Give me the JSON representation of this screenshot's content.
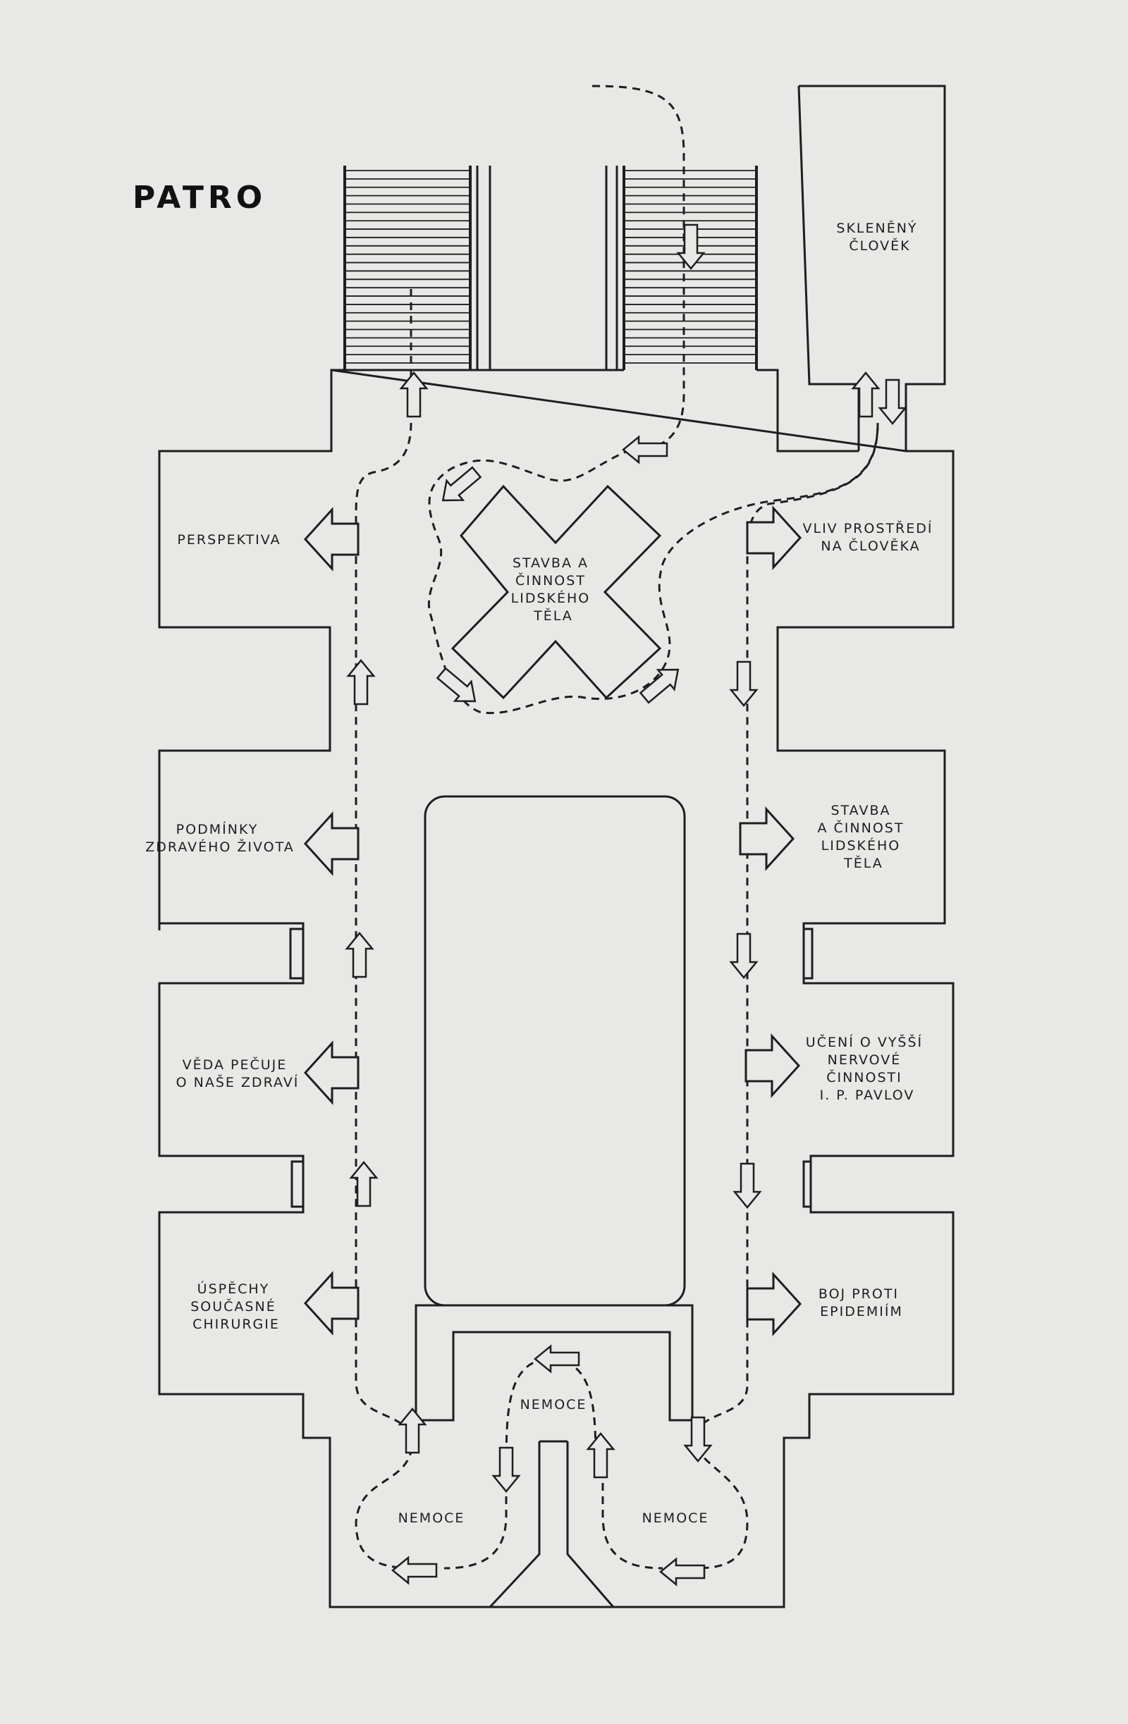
{
  "title": "PATRO",
  "top_rooms": [
    {
      "key": "skleneny",
      "lines": [
        "SKLENĚNÝ",
        "ČLOVĚK"
      ]
    }
  ],
  "left_rooms": [
    {
      "key": "perspektiva",
      "lines": [
        "PERSPEKTIVA"
      ]
    },
    {
      "key": "podminky",
      "lines": [
        "PODMÍNKY",
        "ZDRAVÉHO ŽIVOTA"
      ]
    },
    {
      "key": "veda",
      "lines": [
        "VĚDA PEČUJE",
        "O NAŠE ZDRAVÍ"
      ]
    },
    {
      "key": "uspechy",
      "lines": [
        "ÚSPĚCHY",
        "SOUČASNÉ",
        "CHIRURGIE"
      ]
    }
  ],
  "right_rooms": [
    {
      "key": "vliv",
      "lines": [
        "VLIV PROSTŘEDÍ",
        "NA ČLOVĚKA"
      ]
    },
    {
      "key": "stavba-right",
      "lines": [
        "STAVBA",
        "A ČINNOST",
        "LIDSKÉHO",
        "TĚLA"
      ]
    },
    {
      "key": "uceni",
      "lines": [
        "UČENÍ O VYŠŠÍ",
        "NERVOVÉ",
        "ČINNOSTI",
        "I. P. PAVLOV"
      ]
    },
    {
      "key": "boj",
      "lines": [
        "BOJ PROTI",
        "EPIDEMIÍM"
      ]
    }
  ],
  "center_hall": {
    "key": "stavba-center",
    "lines": [
      "STAVBA A",
      "ČINNOST",
      "LIDSKÉHO",
      "TĚLA"
    ]
  },
  "bottom_rooms": [
    {
      "key": "nemoce-top",
      "lines": [
        "NEMOCE"
      ]
    },
    {
      "key": "nemoce-left",
      "lines": [
        "NEMOCE"
      ]
    },
    {
      "key": "nemoce-right",
      "lines": [
        "NEMOCE"
      ]
    }
  ]
}
